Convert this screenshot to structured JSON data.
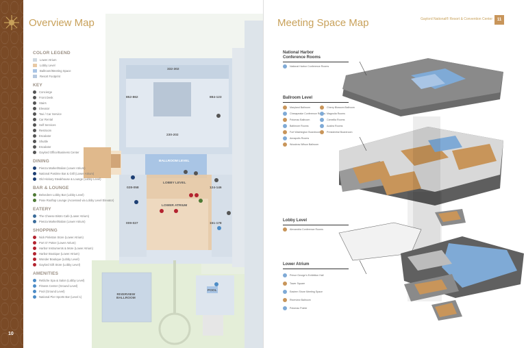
{
  "left": {
    "title": "Overview Map",
    "page_number": "10",
    "legend": {
      "color_legend_title": "COLOR LEGEND",
      "color_legend": [
        {
          "label": "Lower Atrium",
          "color": "#cfd8e0"
        },
        {
          "label": "Lobby Level",
          "color": "#e8c9a4"
        },
        {
          "label": "Ballroom/Meeting Space",
          "color": "#a9c5e5"
        },
        {
          "label": "Resort Footprint",
          "color": "#b6c8de"
        }
      ],
      "key_title": "KEY",
      "key": [
        "Concierge",
        "Front Desk",
        "Stairs",
        "Elevator",
        "Taxi / Car Service",
        "Car Rental",
        "Self Services",
        "Restroom",
        "Escalator",
        "Shuttle",
        "Escalator",
        "Gaylord Office/Business Center"
      ],
      "dining_title": "DINING",
      "dining": [
        "Pienza Market/Italian (Lower Atrium)",
        "National Pastime Bar & Grill (Lower Atrium)",
        "Old Hickory Steakhouse & Lounge (Lobby Level)"
      ],
      "bar_title": "BAR & LOUNGE",
      "bar": [
        "Belvedere Lobby Bar (Lobby Level)",
        "Pose Rooftop Lounge (Accessed via Lobby Level Elevator)"
      ],
      "eatery_title": "EATERY",
      "eatery": [
        "The Cheese Bistro Cafe (Lower Atrium)",
        "Pienza Market/Italian (Lower Atrium)"
      ],
      "shopping_title": "SHOPPING",
      "shopping": [
        "Nick Pinkston Store (Lower Atrium)",
        "Port O' Potter (Lower Atrium)",
        "Harbor Instruments & More (Lower Atrium)",
        "Harbor Boutique (Lower Atrium)",
        "Wonder Boutique (Lobby Level)",
        "Gaylord Gift Store (Lobby Level)"
      ],
      "amenities_title": "AMENITIES",
      "amenities": [
        "Relâche Spa & Salon (Lobby Level)",
        "Fitness Center (Ground Level)",
        "Pool (Ground Level)",
        "National Pier Sports Bar (Level 1)"
      ]
    },
    "map_labels": {
      "r1": "332-302",
      "r2": "852-862",
      "r3": "884-123",
      "r4": "230-202",
      "ballroom_level": "BALLROOM LEVEL",
      "lobby_level": "LOBBY LEVEL",
      "lower_atrium": "LOWER ATRIUM",
      "r5": "028-058",
      "r6": "124-146",
      "r7": "009-027",
      "r8": "151-178",
      "riverview": "RIVERVIEW\nBALLROOM",
      "pool": "POOL"
    },
    "colors": {
      "accent": "#c8a15a",
      "strip": "#7a4a26",
      "ballroom": "#a9c5e5",
      "lobby": "#e8c9a4",
      "resort": "#dde6ee",
      "green": "#d6e6c8"
    }
  },
  "right": {
    "title": "Meeting Space Map",
    "header": "Gaylord National® Resort & Convention Center",
    "page_number": "11",
    "sections": {
      "national_harbor": "National Harbor\nConference Rooms",
      "ballroom": "Ballroom Level",
      "lobby": "Lobby Level",
      "lower_atrium": "Lower Atrium"
    },
    "national_harbor_list": [
      "National Harbor Conference Rooms"
    ],
    "ballroom_list_a": [
      "Maryland Ballroom",
      "Chesapeake Conference Rooms",
      "Potomac Ballroom",
      "Baltimore Rooms",
      "Fort Washington Boardroom",
      "Annapolis Rooms",
      "Woodrow Wilson Ballroom"
    ],
    "ballroom_list_b": [
      "Cherry Blossom Ballroom",
      "Magnolia Rooms",
      "Camellia Rooms",
      "Azalea Rooms",
      "Presidential Boardroom"
    ],
    "lobby_list": [
      "Alexandria Conference Rooms"
    ],
    "lower_atrium_list": [
      "Prince George's Exhibition Hall",
      "Tower Square",
      "Eastern Shore Meeting Space",
      "Riverview Ballroom",
      "Potomac Pointe"
    ]
  }
}
